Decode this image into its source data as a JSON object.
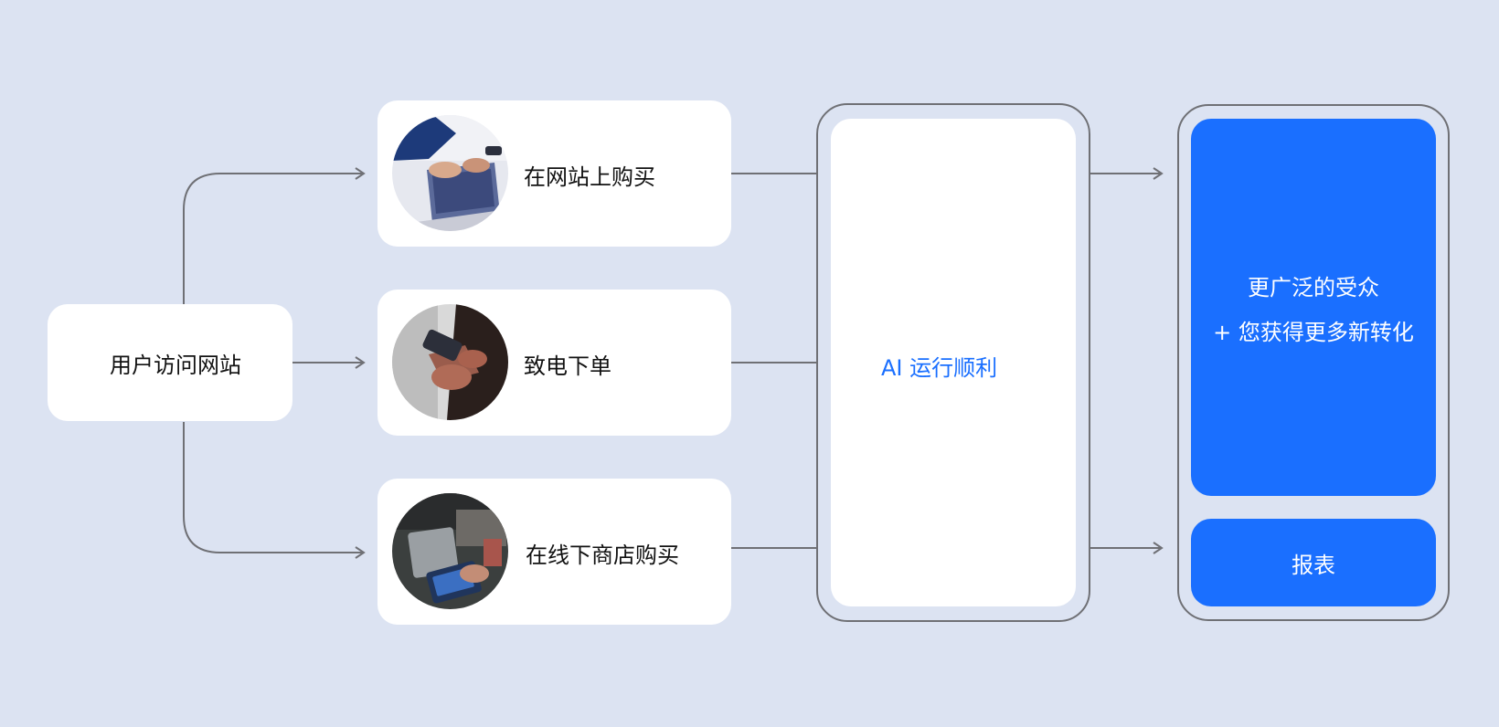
{
  "source": {
    "label": "用户访问网站"
  },
  "channels": [
    {
      "label": "在网站上购买",
      "image_icon": "laptop-shopping-photo"
    },
    {
      "label": "致电下单",
      "image_icon": "phone-call-photo"
    },
    {
      "label": "在线下商店购买",
      "image_icon": "store-tablet-photo"
    }
  ],
  "ai": {
    "label": "AI 运行顺利"
  },
  "results": {
    "line1": "更广泛的受众",
    "line2": "+ 您获得更多新转化",
    "report": "报表"
  },
  "colors": {
    "background": "#dce3f2",
    "accent_blue": "#1a6fff",
    "line_gray": "#6f7075",
    "card_white": "#ffffff"
  }
}
